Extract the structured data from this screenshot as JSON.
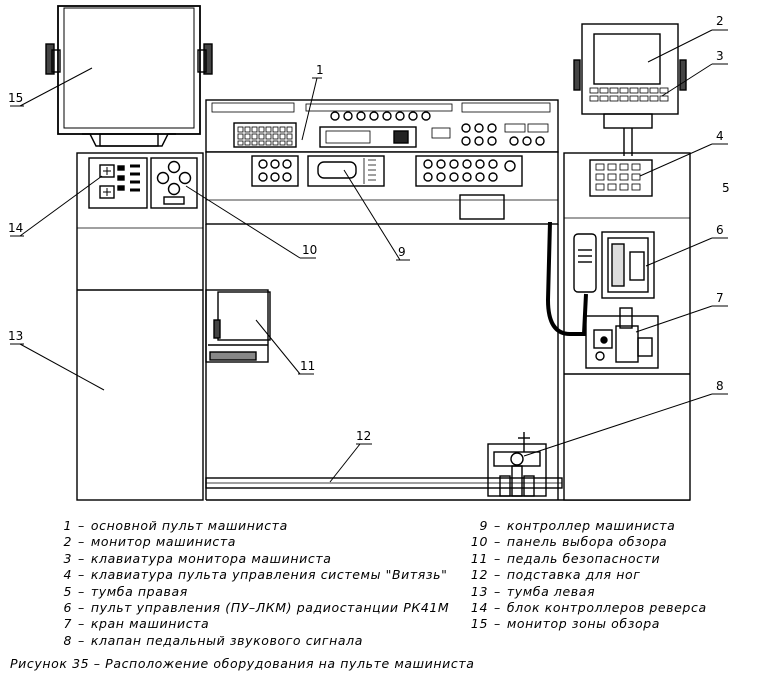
{
  "callout_numbers": [
    "1",
    "2",
    "3",
    "4",
    "5",
    "6",
    "7",
    "8",
    "9",
    "10",
    "11",
    "12",
    "13",
    "14",
    "15"
  ],
  "legend_left": [
    {
      "num": "1",
      "text": "основной пульт машиниста"
    },
    {
      "num": "2",
      "text": "монитор машиниста"
    },
    {
      "num": "3",
      "text": "клавиатура монитора машиниста"
    },
    {
      "num": "4",
      "text": "клавиатура пульта управления системы \"Витязь\""
    },
    {
      "num": "5",
      "text": "тумба правая"
    },
    {
      "num": "6",
      "text": "пульт управления (ПУ–ЛКМ) радиостанции РК41М"
    },
    {
      "num": "7",
      "text": "кран машиниста"
    },
    {
      "num": "8",
      "text": "клапан педальный звукового сигнала"
    }
  ],
  "legend_right": [
    {
      "num": "9",
      "text": "контроллер машиниста"
    },
    {
      "num": "10",
      "text": "панель выбора обзора"
    },
    {
      "num": "11",
      "text": "педаль безопасности"
    },
    {
      "num": "12",
      "text": "подставка для ног"
    },
    {
      "num": "13",
      "text": "тумба левая"
    },
    {
      "num": "14",
      "text": "блок контроллеров реверса"
    },
    {
      "num": "15",
      "text": "монитор зоны обзора"
    }
  ],
  "legend_separator": "–",
  "caption": "Рисунок 35 – Расположение оборудования на пульте машиниста",
  "line_color": "#000000",
  "fill_color": "#ffffff"
}
